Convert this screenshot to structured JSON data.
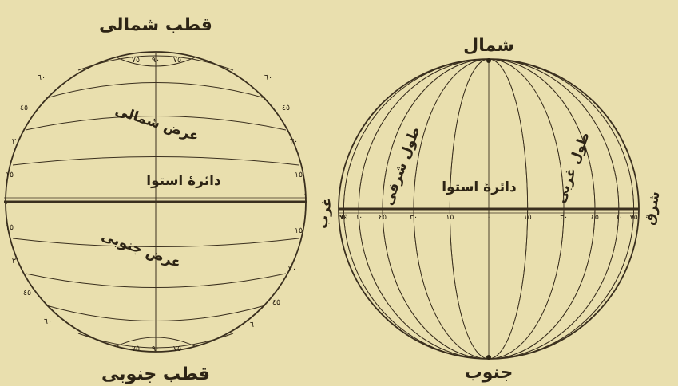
{
  "left_globe": {
    "north_pole_label": "قطب شمالی",
    "south_pole_label": "قطب جنوبی",
    "equator_label": "دائرهٔ استوا",
    "north_latitude_label": "عرض شمالی",
    "south_latitude_label": "عرض جنوبی",
    "degree_left_north": [
      "٦٠",
      "٤٥",
      "٣٠",
      "١٥"
    ],
    "degree_right_north": [
      "٦٠",
      "٤٥",
      "٣٠",
      "١٥"
    ],
    "degree_left_south": [
      "١٥",
      "٣٠",
      "٤٥",
      "٦٠"
    ],
    "degree_right_south": [
      "١٥",
      "٣٠",
      "٤٥",
      "٦٠"
    ],
    "top_cap_numbers": [
      "٧٥",
      "٩٠",
      "٧٥"
    ],
    "bottom_cap_numbers": [
      "٧٥",
      "٩٠",
      "٧٥"
    ],
    "west_mark": "٠",
    "east_mark": "٠"
  },
  "right_globe": {
    "north_label": "شمال",
    "south_label": "جنوب",
    "equator_label": "دائرهٔ استوا",
    "east_label": "طول شرقی",
    "west_label": "طول غربی",
    "meridian_numbers": [
      "٩٠",
      "٧٥",
      "٦٠",
      "٤٥",
      "٣٠",
      "١٥",
      "٠",
      "١٥",
      "٣٠",
      "٤٥",
      "٦٠",
      "٧٥",
      "٩٠"
    ],
    "outer_left_label": "غرب",
    "outer_right_label": "شرق"
  }
}
